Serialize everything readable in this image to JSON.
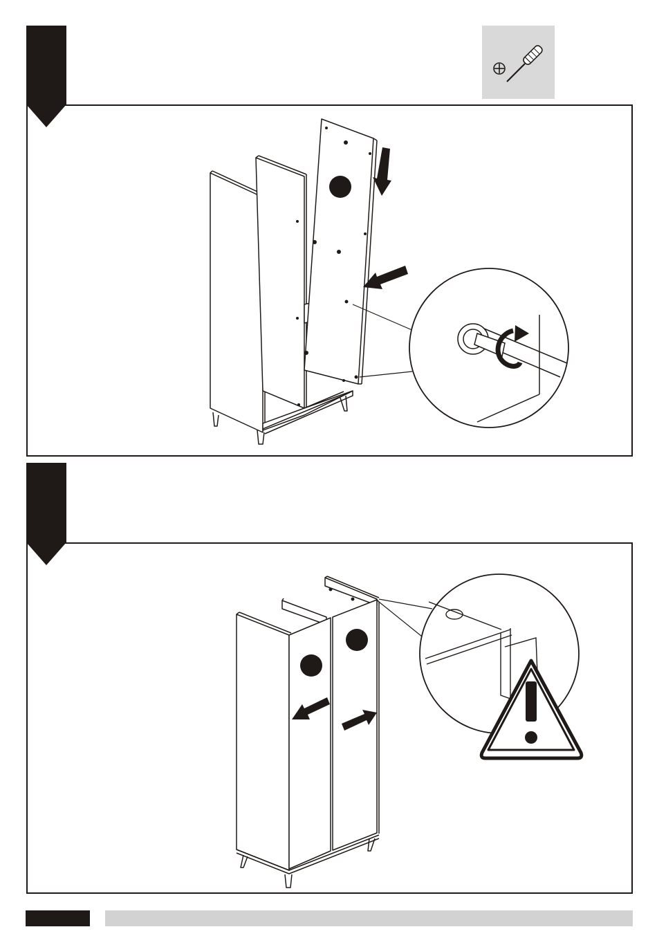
{
  "colors": {
    "ink": "#1f1a17",
    "tool_box": "#d9d9d9",
    "footer_bar": "#d2d2d2",
    "background": "#ffffff"
  },
  "step1": {
    "tab_icon": "step-marker-arrow",
    "tool_icon": "phillips-screwdriver-icon",
    "illustrations": [
      "cabinet-back-panel-insertion",
      "cam-lock-tightening-detail"
    ]
  },
  "step2": {
    "tab_icon": "step-marker-arrow",
    "illustrations": [
      "cabinet-doors-assembly",
      "door-gap-detail",
      "warning-icon"
    ]
  }
}
